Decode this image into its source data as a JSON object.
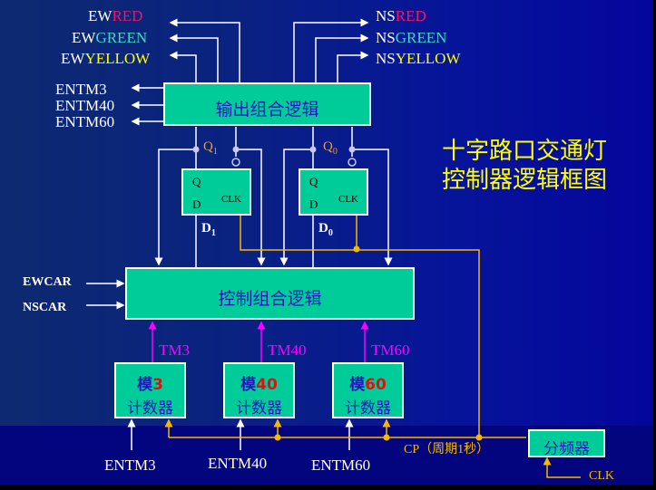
{
  "title": {
    "line1": "十字路口交通灯",
    "line2": "控制器逻辑框图"
  },
  "outputs_ew": [
    {
      "prefix": "EW",
      "suffix": "RED",
      "suffix_color": "#f0146c"
    },
    {
      "prefix": "EW",
      "suffix": "GREEN",
      "suffix_color": "#3fd6c8"
    },
    {
      "prefix": "EW",
      "suffix": "YELLOW",
      "suffix_color": "#ffff00"
    }
  ],
  "outputs_ns": [
    {
      "prefix": "NS",
      "suffix": "RED",
      "suffix_color": "#f0146c"
    },
    {
      "prefix": "NS",
      "suffix": "GREEN",
      "suffix_color": "#3fd6c8"
    },
    {
      "prefix": "NS",
      "suffix": "YELLOW",
      "suffix_color": "#ffff00"
    }
  ],
  "enable_outputs": [
    "ENTM3",
    "ENTM40",
    "ENTM60"
  ],
  "output_logic": {
    "label": "输出组合逻辑"
  },
  "control_logic": {
    "label": "控制组合逻辑"
  },
  "flipflops": [
    {
      "q_label": "Q",
      "q_sub": "1",
      "d_label": "D",
      "d_sub": "1",
      "pin_q": "Q",
      "pin_d": "D",
      "pin_clk": "CLK"
    },
    {
      "q_label": "Q",
      "q_sub": "0",
      "d_label": "D",
      "d_sub": "0",
      "pin_q": "Q",
      "pin_d": "D",
      "pin_clk": "CLK"
    }
  ],
  "car_inputs": [
    "EWCAR",
    "NSCAR"
  ],
  "timer_signals": [
    "TM3",
    "TM40",
    "TM60"
  ],
  "counters": [
    {
      "prefix": "模",
      "modulus": "3",
      "label": "计数器",
      "enable": "ENTM3"
    },
    {
      "prefix": "模",
      "modulus": "40",
      "label": "计数器",
      "enable": "ENTM40"
    },
    {
      "prefix": "模",
      "modulus": "60",
      "label": "计数器",
      "enable": "ENTM60"
    }
  ],
  "divider": {
    "label": "分频器",
    "input": "CLK"
  },
  "clock_label": "CP（周期1秒）",
  "colors": {
    "box": "#00cc99",
    "box_text": "#1a1ab8",
    "wire": "#ffffff",
    "clock_wire": "#f5b800",
    "timer_wire": "#ff00ff",
    "title": "#ffff00",
    "q_label": "#ff9900"
  }
}
